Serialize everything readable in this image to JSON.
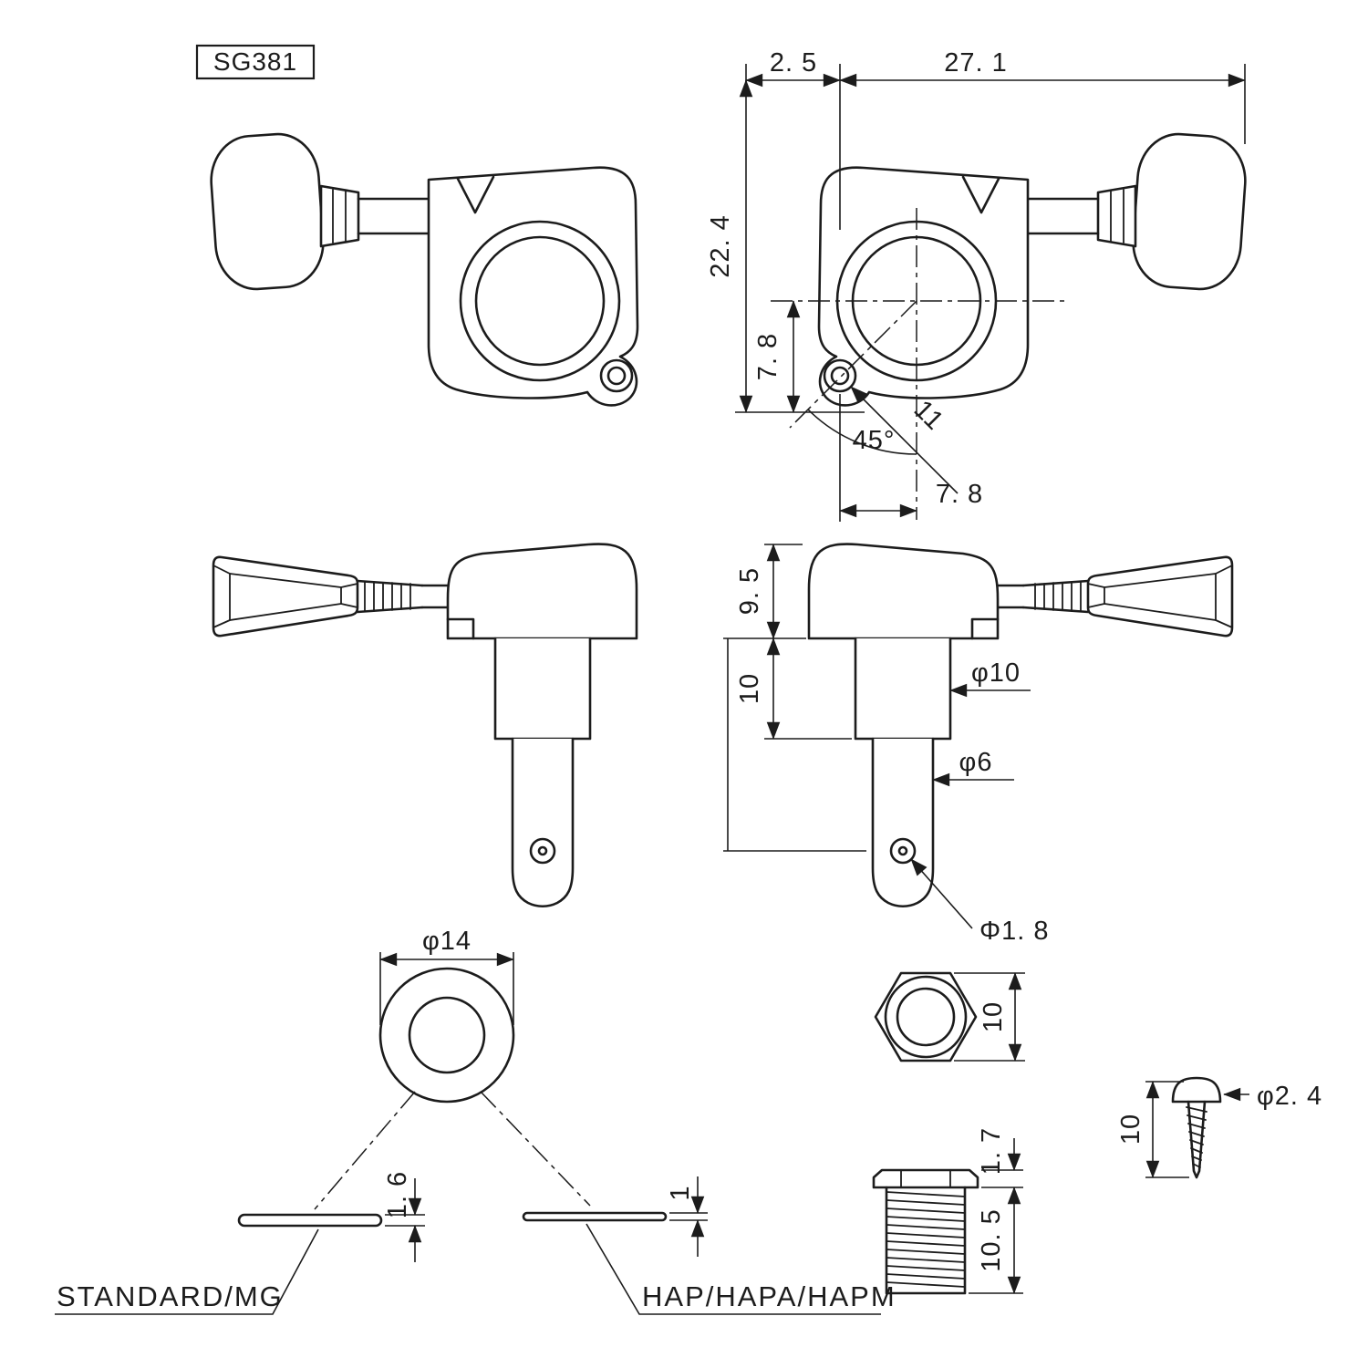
{
  "colors": {
    "ink": "#1c1c1c",
    "paper": "#ffffff"
  },
  "title": "SG381",
  "side_view": {
    "dim_hole_offset_top": "2. 5",
    "dim_overall_length": "27. 1",
    "dim_overall_height": "22. 4",
    "dim_hole_drop": "7. 8",
    "dim_angle": "45°",
    "dim_hole_distance": "11",
    "dim_hole_offset": "7. 8"
  },
  "front_view": {
    "dim_housing_height": "9. 5",
    "dim_bushing_height": "10",
    "dim_bushing_dia": "φ10",
    "dim_post_dia": "φ6",
    "dim_string_hole_dia": "Φ1. 8"
  },
  "washer": {
    "dim_outer_dia": "φ14",
    "dim_thickness_standard": "1. 6",
    "dim_thickness_hap": "1",
    "label_standard": "STANDARD/MG",
    "label_hap": "HAP/HAPA/HAPM"
  },
  "nut": {
    "dim_across_flats": "10"
  },
  "bushing": {
    "dim_flange_height": "1. 7",
    "dim_thread_length": "10. 5"
  },
  "screw": {
    "dim_dia": "φ2. 4",
    "dim_length": "10"
  }
}
